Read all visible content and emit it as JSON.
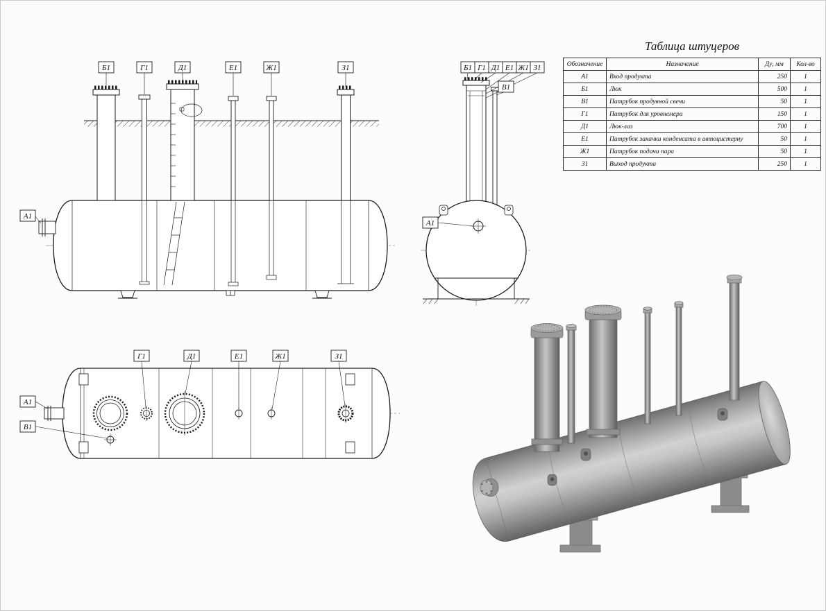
{
  "sheet": {
    "background": "#fcfcfc",
    "line_color": "#1a1a1a",
    "render_color": "#9a9a9a"
  },
  "nozzle_table": {
    "title": "Таблица штуцеров",
    "headers": {
      "designation": "Обозначение",
      "purpose": "Назначение",
      "dn": "Ду, мм",
      "qty": "Кол-во"
    },
    "rows": [
      {
        "designation": "А1",
        "purpose": "Вход продукта",
        "dn": "250",
        "qty": "1"
      },
      {
        "designation": "Б1",
        "purpose": "Люк",
        "dn": "500",
        "qty": "1"
      },
      {
        "designation": "В1",
        "purpose": "Патрубок продувной свечи",
        "dn": "50",
        "qty": "1"
      },
      {
        "designation": "Г1",
        "purpose": "Патрубок для уровнемера",
        "dn": "150",
        "qty": "1"
      },
      {
        "designation": "Д1",
        "purpose": "Люк-лаз",
        "dn": "700",
        "qty": "1"
      },
      {
        "designation": "Е1",
        "purpose": "Патрубок закачки конденсата в автоцистерну",
        "dn": "50",
        "qty": "1"
      },
      {
        "designation": "Ж1",
        "purpose": "Патрубок подачи пара",
        "dn": "50",
        "qty": "1"
      },
      {
        "designation": "З1",
        "purpose": "Выход продукта",
        "dn": "250",
        "qty": "1"
      }
    ]
  },
  "labels": {
    "a1": "А1",
    "b1": "Б1",
    "v1": "В1",
    "g1": "Г1",
    "d1": "Д1",
    "e1": "Е1",
    "zh1": "Ж1",
    "z1": "З1"
  }
}
